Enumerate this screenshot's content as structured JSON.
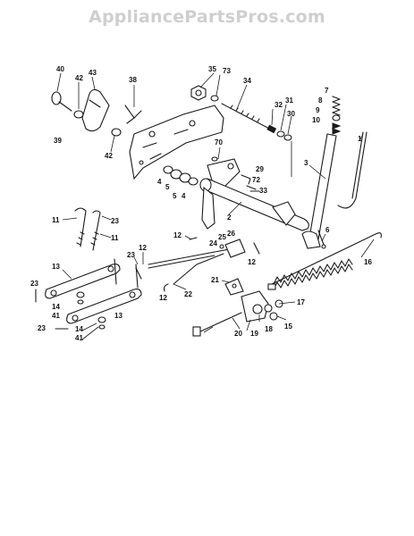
{
  "watermark": "AppliancePartsPros.com",
  "callouts": [
    {
      "id": "c40",
      "label": "40"
    },
    {
      "id": "c42a",
      "label": "42"
    },
    {
      "id": "c43",
      "label": "43"
    },
    {
      "id": "c39",
      "label": "39"
    },
    {
      "id": "c42b",
      "label": "42"
    },
    {
      "id": "c38",
      "label": "38"
    },
    {
      "id": "c35",
      "label": "35"
    },
    {
      "id": "c73",
      "label": "73"
    },
    {
      "id": "c34",
      "label": "34"
    },
    {
      "id": "c32",
      "label": "32"
    },
    {
      "id": "c31",
      "label": "31"
    },
    {
      "id": "c30",
      "label": "30"
    },
    {
      "id": "c7",
      "label": "7"
    },
    {
      "id": "c8",
      "label": "8"
    },
    {
      "id": "c9",
      "label": "9"
    },
    {
      "id": "c10",
      "label": "10"
    },
    {
      "id": "c1",
      "label": "1"
    },
    {
      "id": "c70",
      "label": "70"
    },
    {
      "id": "c3",
      "label": "3"
    },
    {
      "id": "c29",
      "label": "29"
    },
    {
      "id": "c72",
      "label": "72"
    },
    {
      "id": "c33",
      "label": "33"
    },
    {
      "id": "c4a",
      "label": "4"
    },
    {
      "id": "c5a",
      "label": "5"
    },
    {
      "id": "c5b",
      "label": "5"
    },
    {
      "id": "c4b",
      "label": "4"
    },
    {
      "id": "c2",
      "label": "2"
    },
    {
      "id": "c11a",
      "label": "11"
    },
    {
      "id": "c23a",
      "label": "23"
    },
    {
      "id": "c11b",
      "label": "11"
    },
    {
      "id": "c6",
      "label": "6"
    },
    {
      "id": "c12a",
      "label": "12"
    },
    {
      "id": "c26",
      "label": "26"
    },
    {
      "id": "c25",
      "label": "25"
    },
    {
      "id": "c24",
      "label": "24"
    },
    {
      "id": "c12b",
      "label": "12"
    },
    {
      "id": "c12c",
      "label": "12"
    },
    {
      "id": "c16",
      "label": "16"
    },
    {
      "id": "c13a",
      "label": "13"
    },
    {
      "id": "c23b",
      "label": "23"
    },
    {
      "id": "c23c",
      "label": "23"
    },
    {
      "id": "c22",
      "label": "22"
    },
    {
      "id": "c21",
      "label": "21"
    },
    {
      "id": "c12d",
      "label": "12"
    },
    {
      "id": "c14a",
      "label": "14"
    },
    {
      "id": "c41a",
      "label": "41"
    },
    {
      "id": "c13b",
      "label": "13"
    },
    {
      "id": "c17",
      "label": "17"
    },
    {
      "id": "c18",
      "label": "18"
    },
    {
      "id": "c15",
      "label": "15"
    },
    {
      "id": "c23d",
      "label": "23"
    },
    {
      "id": "c14b",
      "label": "14"
    },
    {
      "id": "c41b",
      "label": "41"
    },
    {
      "id": "c20",
      "label": "20"
    },
    {
      "id": "c19",
      "label": "19"
    }
  ]
}
